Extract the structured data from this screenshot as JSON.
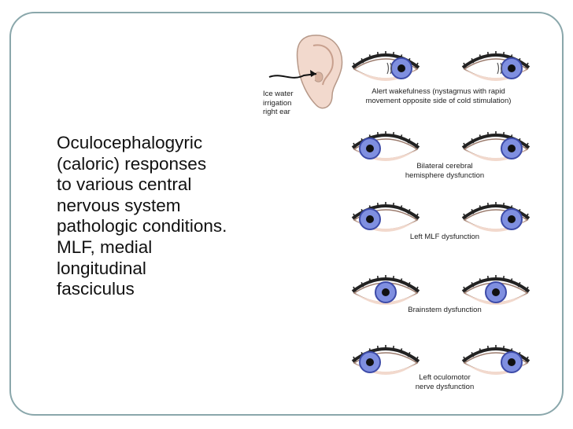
{
  "caption": {
    "lines": [
      "Oculocephalogyric",
      "(caloric) responses",
      "to various central",
      "nervous system",
      "pathologic conditions.",
      "MLF, medial",
      "longitudinal",
      "fasciculus"
    ]
  },
  "figure": {
    "stimulus_label": [
      "Ice water",
      "irrigation",
      "right ear"
    ],
    "rows": [
      {
        "label": [
          "Alert wakefulness (nystagmus with rapid",
          "movement opposite side of cold stimulation)"
        ],
        "left_eye_gaze": "right",
        "right_eye_gaze": "right",
        "nystagmus": true
      },
      {
        "label": [
          "Bilateral cerebral",
          "hemisphere dysfunction"
        ],
        "left_eye_gaze": "left",
        "right_eye_gaze": "right"
      },
      {
        "label": [
          "Left MLF dysfunction"
        ],
        "left_eye_gaze": "left",
        "right_eye_gaze": "right"
      },
      {
        "label": [
          "Brainstem dysfunction"
        ],
        "left_eye_gaze": "center",
        "right_eye_gaze": "center"
      },
      {
        "label": [
          "Left oculomotor",
          "nerve dysfunction"
        ],
        "left_eye_gaze": "left",
        "right_eye_gaze": "right"
      }
    ]
  },
  "colors": {
    "frame": "#8aa7ab",
    "iris": "#7f8fe0",
    "iris_edge": "#3d4ba8",
    "skin": "#f2d9cd",
    "text": "#111111"
  }
}
